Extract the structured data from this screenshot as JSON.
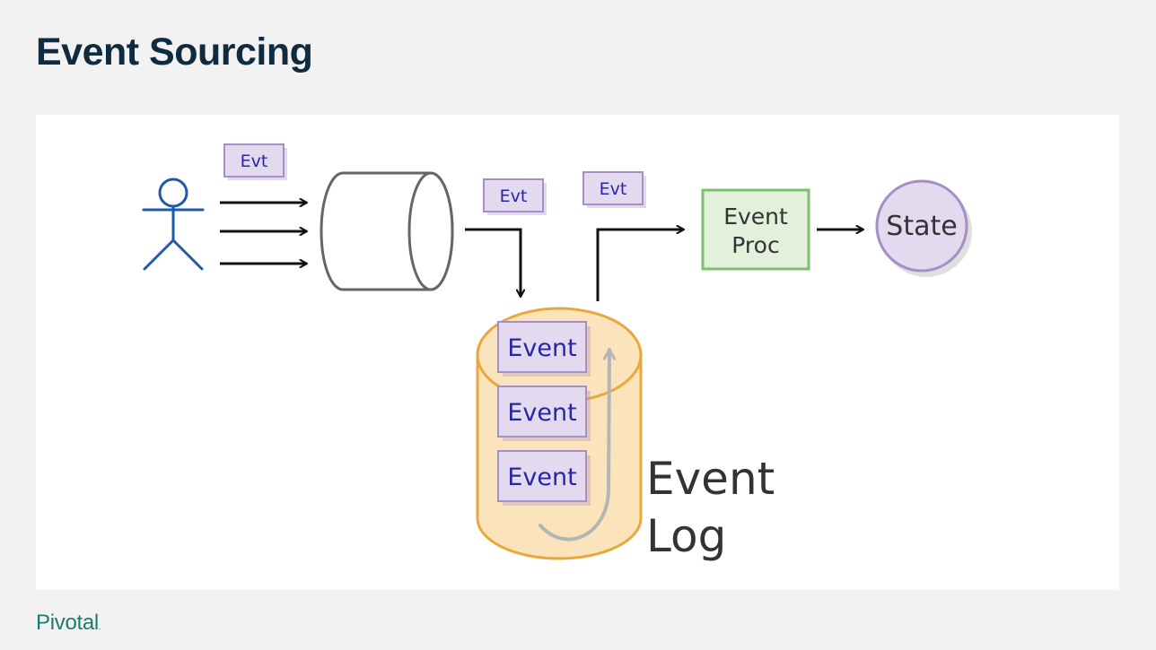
{
  "slide": {
    "title": "Event Sourcing"
  },
  "diagram": {
    "evt_label": "Evt",
    "event_label": "Event",
    "processor_line1": "Event",
    "processor_line2": "Proc",
    "state_label": "State",
    "log_line1": "Event",
    "log_line2": "Log",
    "colors": {
      "actor": "#1f5aa6",
      "event_box_fill": "#e3daf0",
      "event_box_stroke": "#a58fc5",
      "event_text": "#2626a8",
      "log_fill": "#fbe3bc",
      "log_stroke": "#e8a83c",
      "processor_fill": "#e2f0dc",
      "processor_stroke": "#7fbf72",
      "state_fill": "#e3daf0",
      "arrow": "#111111",
      "replay_arrow": "#b5b5b5",
      "queue_stroke": "#666666"
    }
  },
  "footer": {
    "brand": "Pivotal"
  }
}
